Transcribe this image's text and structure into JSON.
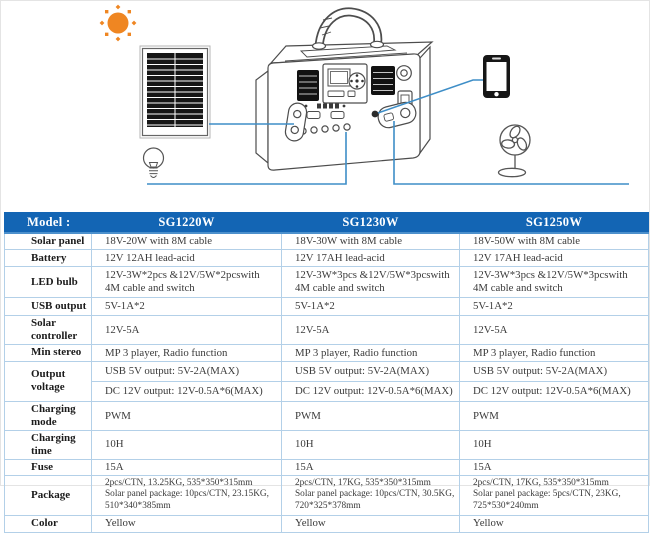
{
  "colors": {
    "header_bg": "#1365b4",
    "header_highlight": "#4c90cc",
    "grid_line": "#b3d0e8",
    "label_text": "#1b1b1b",
    "value_text": "#3a3a3a",
    "connector_blue": "#3e8ec7",
    "sun_orange": "#ef8622",
    "device_line": "#4d4d4d"
  },
  "diagram": {
    "icons": [
      "sun-icon",
      "solar-panel-icon",
      "light-bulb-icon",
      "power-station-icon",
      "phone-icon",
      "fan-icon"
    ]
  },
  "table": {
    "header": {
      "label": "Model :",
      "models": [
        "SG1220W",
        "SG1230W",
        "SG1250W"
      ]
    },
    "rows": {
      "solar_panel": {
        "label": "Solar panel",
        "values": [
          "18V-20W with 8M cable",
          "18V-30W with 8M cable",
          "18V-50W with 8M cable"
        ]
      },
      "battery": {
        "label": "Battery",
        "values": [
          "12V 12AH lead-acid",
          "12V 17AH lead-acid",
          "12V 17AH lead-acid"
        ]
      },
      "led_bulb": {
        "label": "LED bulb",
        "values": [
          "12V-3W*2pcs &12V/5W*2pcswith 4M cable and switch",
          "12V-3W*3pcs &12V/5W*3pcswith 4M cable and switch",
          "12V-3W*3pcs &12V/5W*3pcswith 4M cable and switch"
        ]
      },
      "usb_output": {
        "label": "USB output",
        "values": [
          "5V-1A*2",
          "5V-1A*2",
          "5V-1A*2"
        ]
      },
      "solar_controller": {
        "label": "Solar controller",
        "values": [
          "12V-5A",
          "12V-5A",
          "12V-5A"
        ]
      },
      "min_stereo": {
        "label": "Min stereo",
        "values": [
          "MP 3 player, Radio function",
          "MP 3 player, Radio function",
          "MP 3 player, Radio function"
        ]
      },
      "output_voltage": {
        "label": "Output voltage",
        "usb": [
          "USB 5V output: 5V-2A(MAX)",
          "USB 5V output: 5V-2A(MAX)",
          "USB 5V output: 5V-2A(MAX)"
        ],
        "dc": [
          "DC 12V output: 12V-0.5A*6(MAX)",
          "DC 12V output: 12V-0.5A*6(MAX)",
          "DC 12V output: 12V-0.5A*6(MAX)"
        ]
      },
      "charging_mode": {
        "label": "Charging mode",
        "values": [
          "PWM",
          "PWM",
          "PWM"
        ]
      },
      "charging_time": {
        "label": "Charging time",
        "values": [
          "10H",
          "10H",
          "10H"
        ]
      },
      "fuse": {
        "label": "Fuse",
        "values": [
          "15A",
          "15A",
          "15A"
        ]
      },
      "package": {
        "label": "Package",
        "values": [
          [
            "2pcs/CTN, 13.25KG, 535*350*315mm",
            "Solar panel package: 10pcs/CTN, 23.15KG, 510*340*385mm"
          ],
          [
            "2pcs/CTN, 17KG, 535*350*315mm",
            "Solar panel package: 10pcs/CTN, 30.5KG, 720*325*378mm"
          ],
          [
            "2pcs/CTN, 17KG, 535*350*315mm",
            "Solar panel package: 5pcs/CTN, 23KG, 725*530*240mm"
          ]
        ]
      },
      "color": {
        "label": "Color",
        "values": [
          "Yellow",
          "Yellow",
          "Yellow"
        ]
      }
    }
  }
}
